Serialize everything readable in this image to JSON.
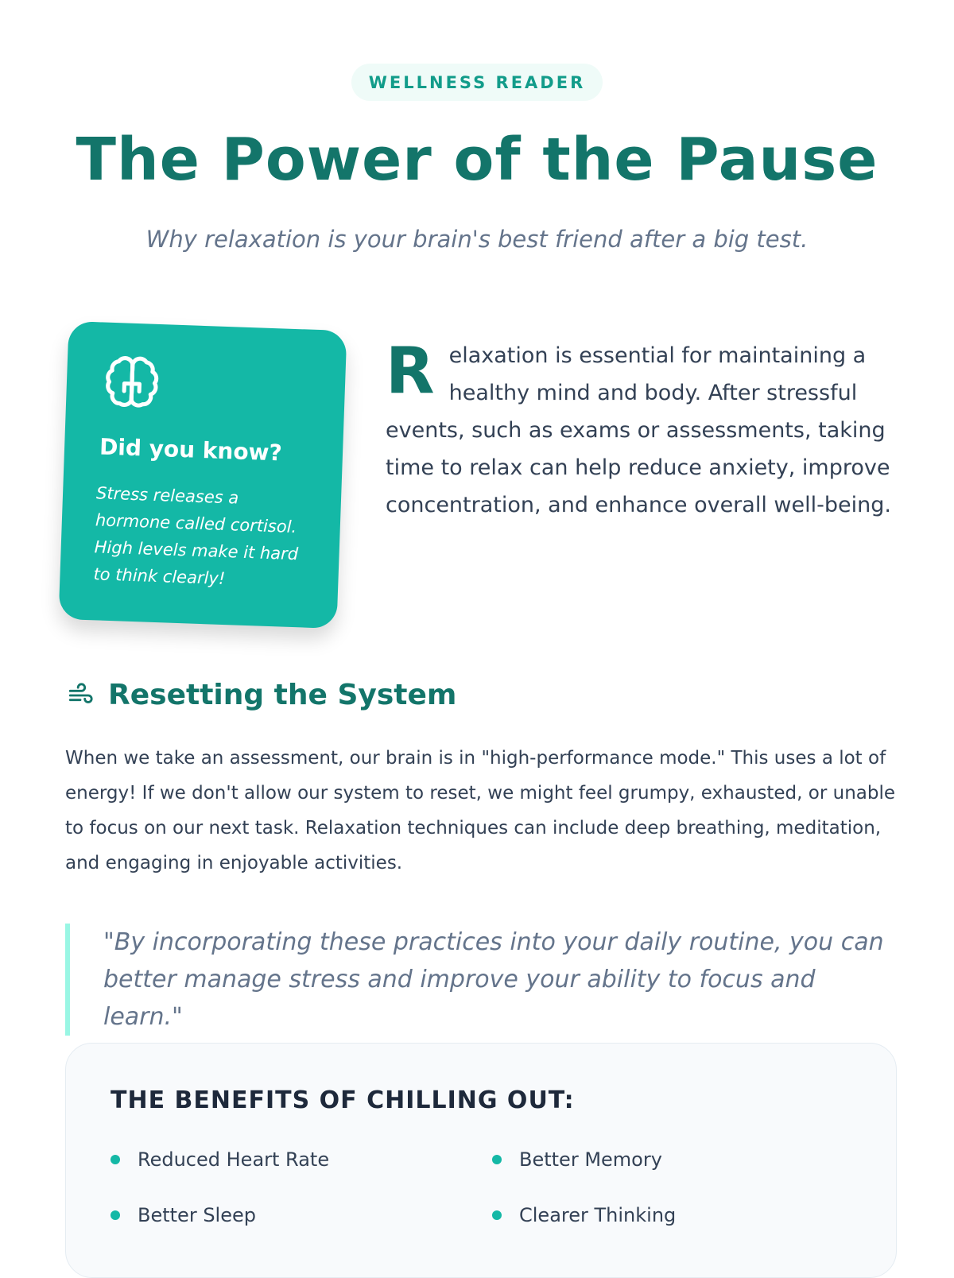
{
  "header": {
    "badge": "WELLNESS READER",
    "title": "The Power of the Pause",
    "subtitle": "Why relaxation is your brain's best friend after a big test."
  },
  "card": {
    "icon": "brain-icon",
    "title": "Did you know?",
    "text": "Stress releases a hormone called cortisol. High levels make it hard to think clearly!"
  },
  "intro": {
    "dropcap": "R",
    "text": "elaxation is essential for maintaining a healthy mind and body. After stressful events, such as exams or assessments, taking time to relax can help reduce anxiety, improve concentration, and enhance overall well-being."
  },
  "section": {
    "icon": "wind-icon",
    "heading": "Resetting the System",
    "body": "When we take an assessment, our brain is in \"high-performance mode.\" This uses a lot of energy! If we don't allow our system to reset, we might feel grumpy, exhausted, or unable to focus on our next task. Relaxation techniques can include deep breathing, meditation, and engaging in enjoyable activities."
  },
  "quote": "\"By incorporating these practices into your daily routine, you can better manage stress and improve your ability to focus and learn.\"",
  "benefits": {
    "title": "THE BENEFITS OF CHILLING OUT:",
    "items": [
      "Reduced Heart Rate",
      "Better Memory",
      "Better Sleep",
      "Clearer Thinking"
    ]
  },
  "colors": {
    "accent": "#14b8a6",
    "heading": "#13756a",
    "quote_bar": "#99f6e4"
  }
}
